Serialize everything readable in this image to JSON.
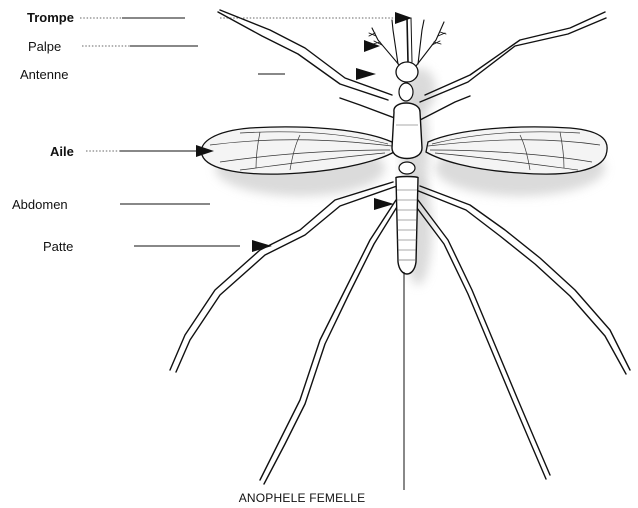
{
  "labels": {
    "trompe": "Trompe",
    "palpe": "Palpe",
    "antenne": "Antenne",
    "aile": "Aile",
    "abdomen": "Abdomen",
    "patte": "Patte"
  },
  "caption": "ANOPHELE FEMELLE"
}
